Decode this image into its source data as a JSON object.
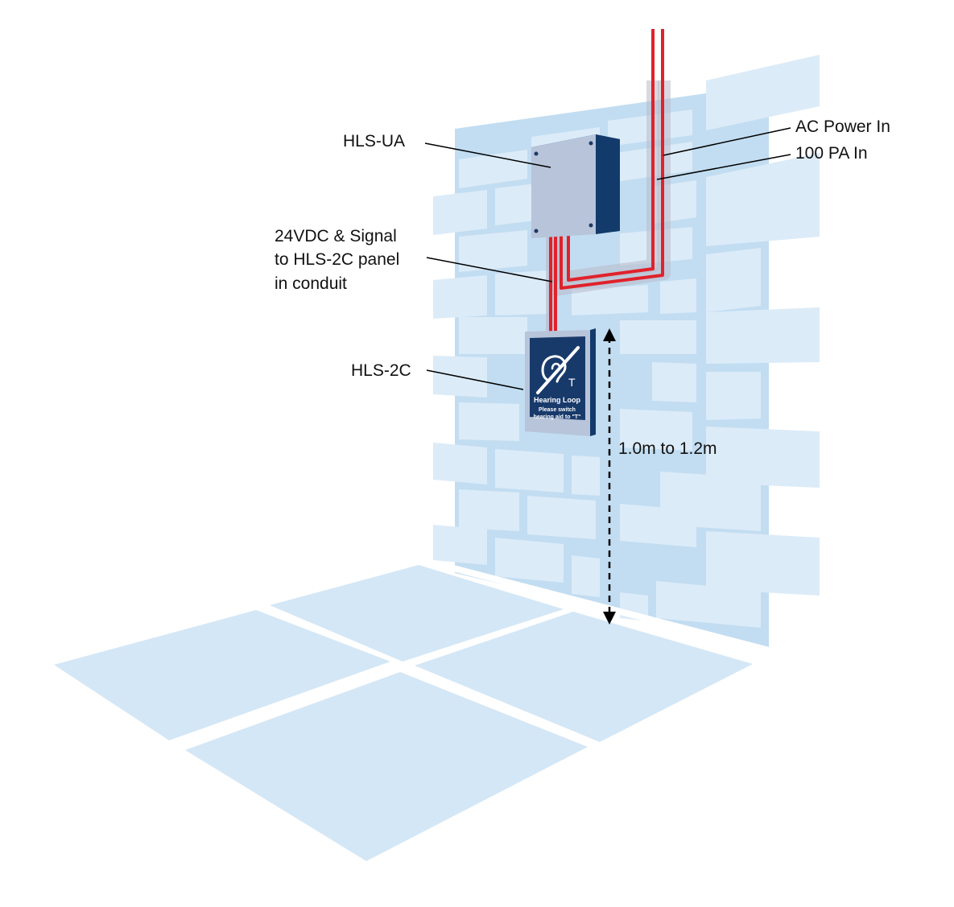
{
  "labels": {
    "hls_ua": "HLS-UA",
    "ac_power_in": "AC Power In",
    "pa_in": "100 PA In",
    "signal_line1": "24VDC & Signal",
    "signal_line2": "to HLS-2C panel",
    "signal_line3": "in conduit",
    "hls_2c": "HLS-2C",
    "height": "1.0m to 1.2m"
  },
  "sign": {
    "title": "Hearing Loop",
    "line1": "Please switch",
    "line2": "hearing aid to \"T\"",
    "t_glyph": "T",
    "icon": "hearing-loop-ear-icon"
  },
  "colors": {
    "brick_fill": "#dcebf8",
    "mortar": "#c2ddf1",
    "floor": "#d4e7f6",
    "box_front": "#b7c4da",
    "box_side": "#123b6b",
    "sign_blue": "#183a6b",
    "cable_red": "#e0222b",
    "cable_outline": "#b9b9c9"
  }
}
